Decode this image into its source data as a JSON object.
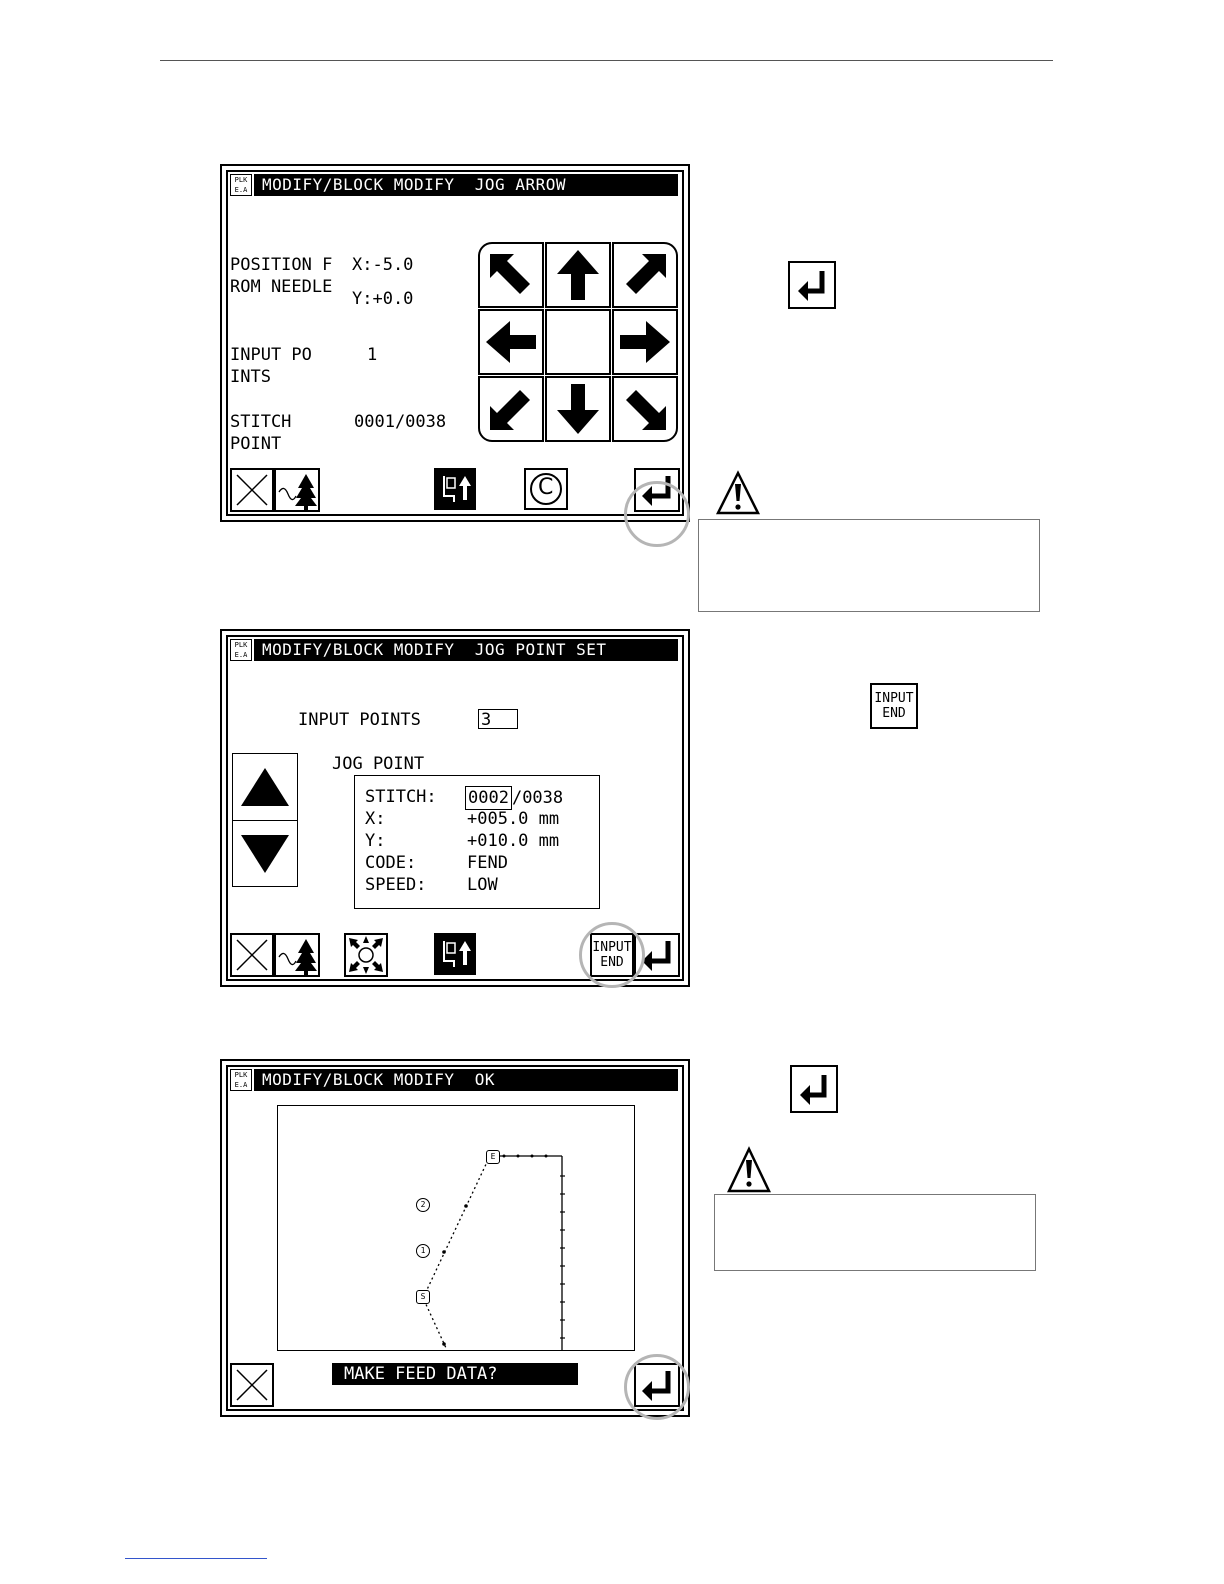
{
  "panel1": {
    "title": "MODIFY/BLOCK MODIFY  JOG ARROW",
    "logo_text": "PLK E.A",
    "position_label_line1": "POSITION F",
    "position_label_line2": "ROM NEEDLE",
    "x_value": "X:-5.0",
    "y_value": "Y:+0.0",
    "input_points_label_line1": "INPUT PO",
    "input_points_label_line2": "INTS",
    "input_points_value": "1",
    "stitch_label_line1": "STITCH",
    "stitch_label_line2": "POINT",
    "stitch_value": "0001/0038",
    "buttons": {
      "cancel_icon": "close-icon",
      "tree_icon": "needle-tree-icon",
      "presser_icon": "presser-up-icon",
      "clear_label": "C",
      "enter_icon": "enter-icon"
    }
  },
  "panel2": {
    "title": "MODIFY/BLOCK MODIFY  JOG POINT SET",
    "logo_text": "PLK E.A",
    "input_points_label": "INPUT POINTS",
    "input_points_value": "3",
    "jog_point_label": "JOG POINT",
    "rows": [
      {
        "label": "STITCH:",
        "value_boxed": "0002",
        "value_rest": "/0038"
      },
      {
        "label": "X:",
        "value_boxed": "",
        "value_rest": "+005.0 mm"
      },
      {
        "label": "Y:",
        "value_boxed": "",
        "value_rest": "+010.0 mm"
      },
      {
        "label": "CODE:",
        "value_boxed": "",
        "value_rest": "FEND"
      },
      {
        "label": "SPEED:",
        "value_boxed": "",
        "value_rest": "LOW"
      }
    ],
    "input_end_line1": "INPUT",
    "input_end_line2": "END"
  },
  "panel3": {
    "title": "MODIFY/BLOCK MODIFY  OK",
    "logo_text": "PLK E.A",
    "prompt": "MAKE FEED DATA?",
    "markers": [
      "E",
      "2",
      "1",
      "S"
    ]
  },
  "side": {
    "input_end_line1": "INPUT",
    "input_end_line2": "END"
  }
}
